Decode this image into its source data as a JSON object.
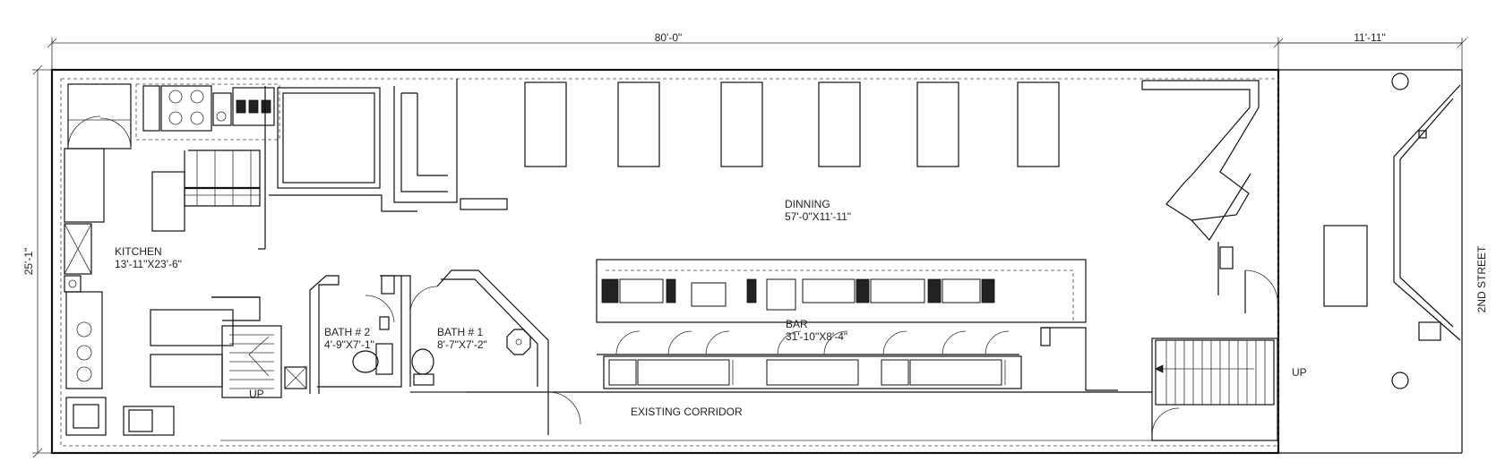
{
  "dimensions": {
    "overall_length": "80'-0\"",
    "front_length": "11'-11\"",
    "overall_width": "25'-1\""
  },
  "street_label": "2ND STREET",
  "rooms": {
    "kitchen": {
      "name": "KITCHEN",
      "size": "13'-11\"X23'-6\""
    },
    "dining": {
      "name": "DINNING",
      "size": "57'-0\"X11'-11\""
    },
    "bath2": {
      "name": "BATH # 2",
      "size": "4'-9\"X7'-1\""
    },
    "bath1": {
      "name": "BATH # 1",
      "size": "8'-7\"X7'-2\""
    },
    "bar": {
      "name": "BAR",
      "size": "31'-10\"X8'-4\""
    },
    "corridor": {
      "name": "EXISTING CORRIDOR"
    }
  },
  "stair_labels": {
    "rear": "UP",
    "front": "UP"
  }
}
